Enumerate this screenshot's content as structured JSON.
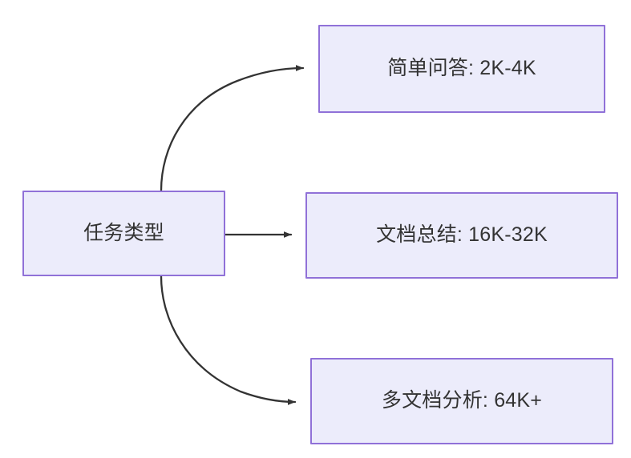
{
  "diagram": {
    "type": "flowchart",
    "direction": "left-to-right",
    "background_color": "#ffffff",
    "node_fill_color": "#ececfb",
    "node_border_color": "#9071d8",
    "node_text_color": "#333333",
    "edge_color": "#333333",
    "root": {
      "id": "root",
      "label": "任务类型"
    },
    "branches": [
      {
        "id": "simple-qa",
        "label": "简单问答: 2K-4K",
        "task": "简单问答",
        "context_length": "2K-4K",
        "edge_style": "curved-up",
        "arrow": "arrowhead-icon"
      },
      {
        "id": "doc-summary",
        "label": "文档总结: 16K-32K",
        "task": "文档总结",
        "context_length": "16K-32K",
        "edge_style": "straight",
        "arrow": "arrowhead-icon"
      },
      {
        "id": "multi-doc",
        "label": "多文档分析: 64K+",
        "task": "多文档分析",
        "context_length": "64K+",
        "edge_style": "curved-down",
        "arrow": "arrowhead-icon"
      }
    ]
  }
}
